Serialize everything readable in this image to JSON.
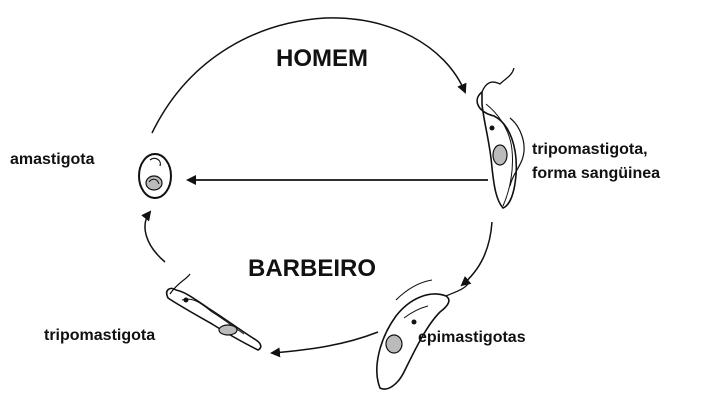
{
  "diagram": {
    "host_label": "HOMEM",
    "vector_label": "BARBEIRO",
    "stages": {
      "amastigote": "amastigota",
      "blood_trypomastigote_line1": "tripomastigota,",
      "blood_trypomastigote_line2": "forma sangüinea",
      "epimastigote": "epimastigotas",
      "metacyclic_trypomastigote": "tripomastigota"
    },
    "colors": {
      "ink": "#111111",
      "background": "#ffffff"
    }
  }
}
